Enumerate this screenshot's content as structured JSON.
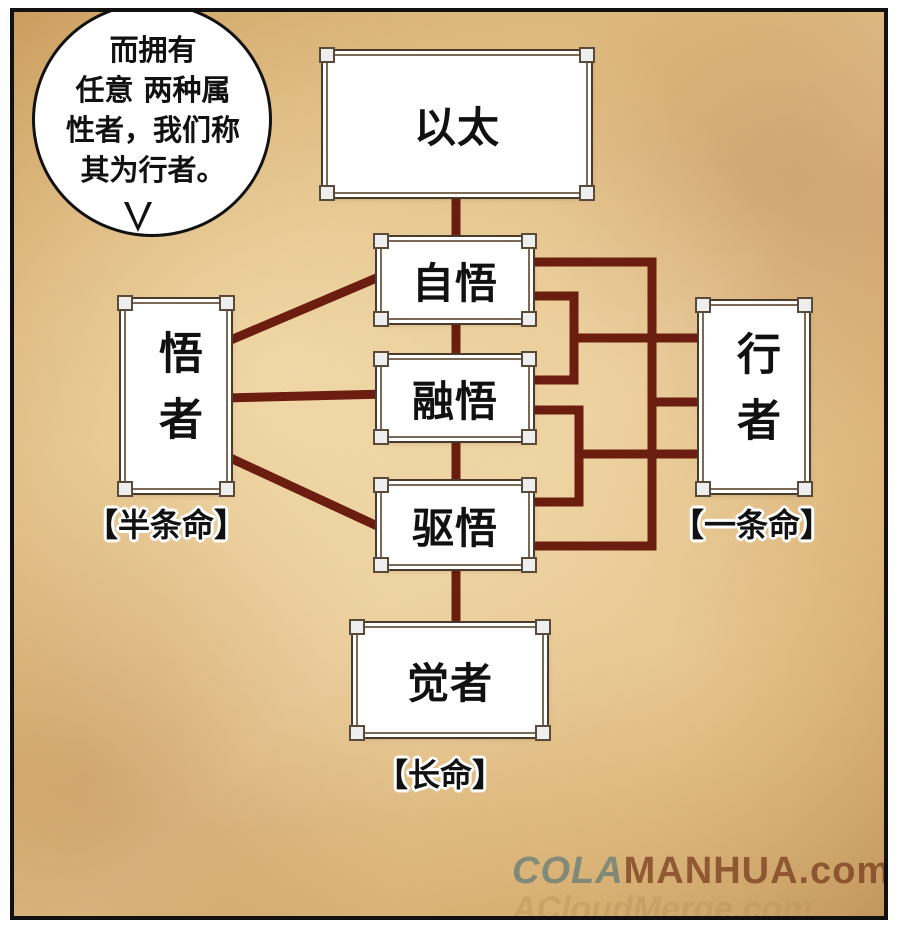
{
  "speech_bubble": {
    "lines": [
      "而拥有",
      "任意 两种属",
      "性者，我们称",
      "其为行者。"
    ]
  },
  "nodes": {
    "ether": "以太",
    "self_enlightenment": "自悟",
    "fusion_enlightenment": "融悟",
    "drive_enlightenment": "驱悟",
    "enlightened": "悟者",
    "practitioner": "行者",
    "awakened": "觉者"
  },
  "tags": {
    "enlightened_life": "【半条命】",
    "practitioner_life": "【一条命】",
    "awakened_life": "【长命】"
  },
  "watermark": {
    "line1_prefix": "COLA",
    "line1_main": "MANHUA.com",
    "line2": "ACloudMerge.com"
  },
  "colors": {
    "connector": "#6b1d10",
    "paper": "#dcb679"
  }
}
